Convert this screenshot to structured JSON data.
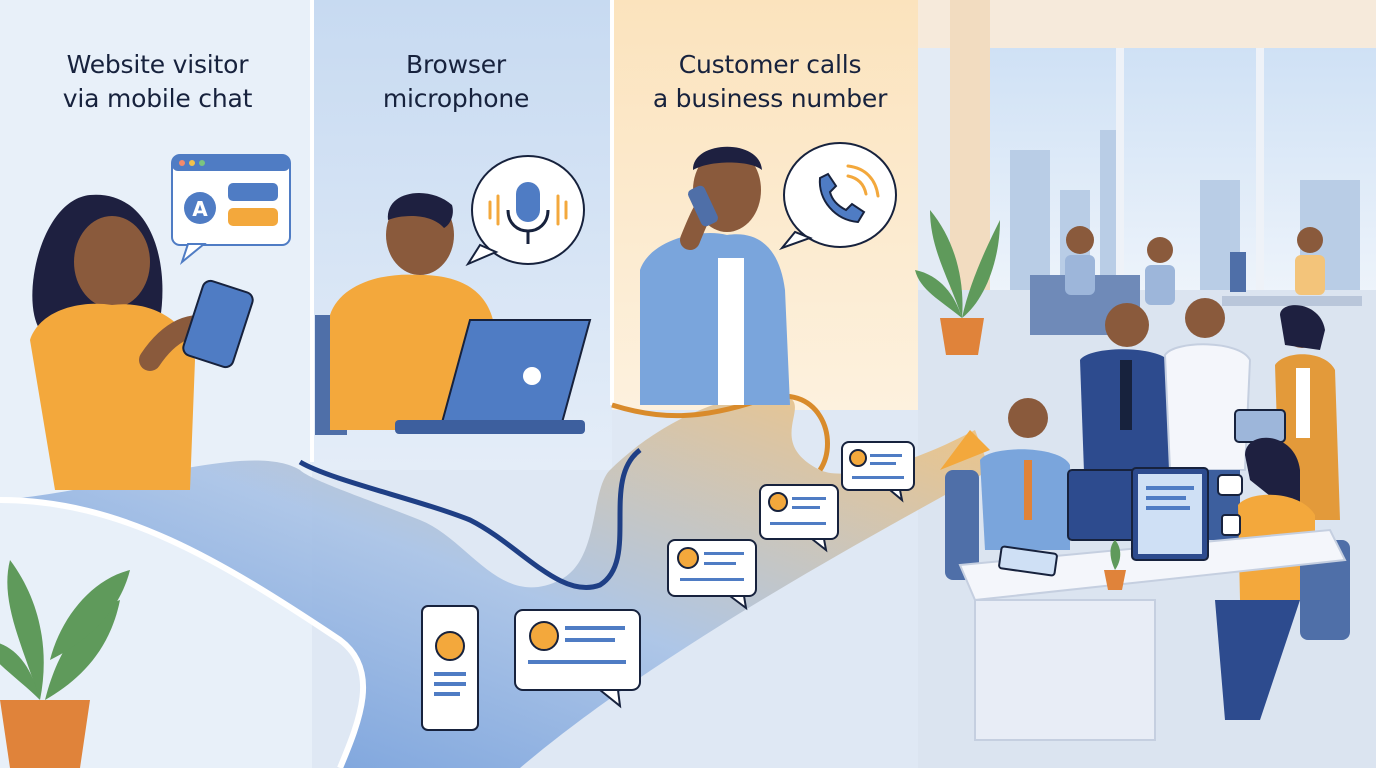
{
  "panels": [
    {
      "id": "mobile-chat",
      "caption": [
        "Website visitor",
        "via mobile chat"
      ]
    },
    {
      "id": "browser-microphone",
      "caption": [
        "Browser",
        "microphone"
      ]
    },
    {
      "id": "phone-call",
      "caption": [
        "Customer calls",
        "a business number"
      ]
    }
  ],
  "colors": {
    "navy": "#17223d",
    "blue": "#4f7cc4",
    "orange": "#f3a83c",
    "panel_blue_light": "#e6eef8",
    "panel_blue_mid": "#cfdff2",
    "panel_peach": "#fbe7c8"
  },
  "icons": [
    "chat-app-icon",
    "microphone-icon",
    "phone-icon",
    "profile-card-icon",
    "chat-bubble-icon",
    "office-plant-icon"
  ]
}
